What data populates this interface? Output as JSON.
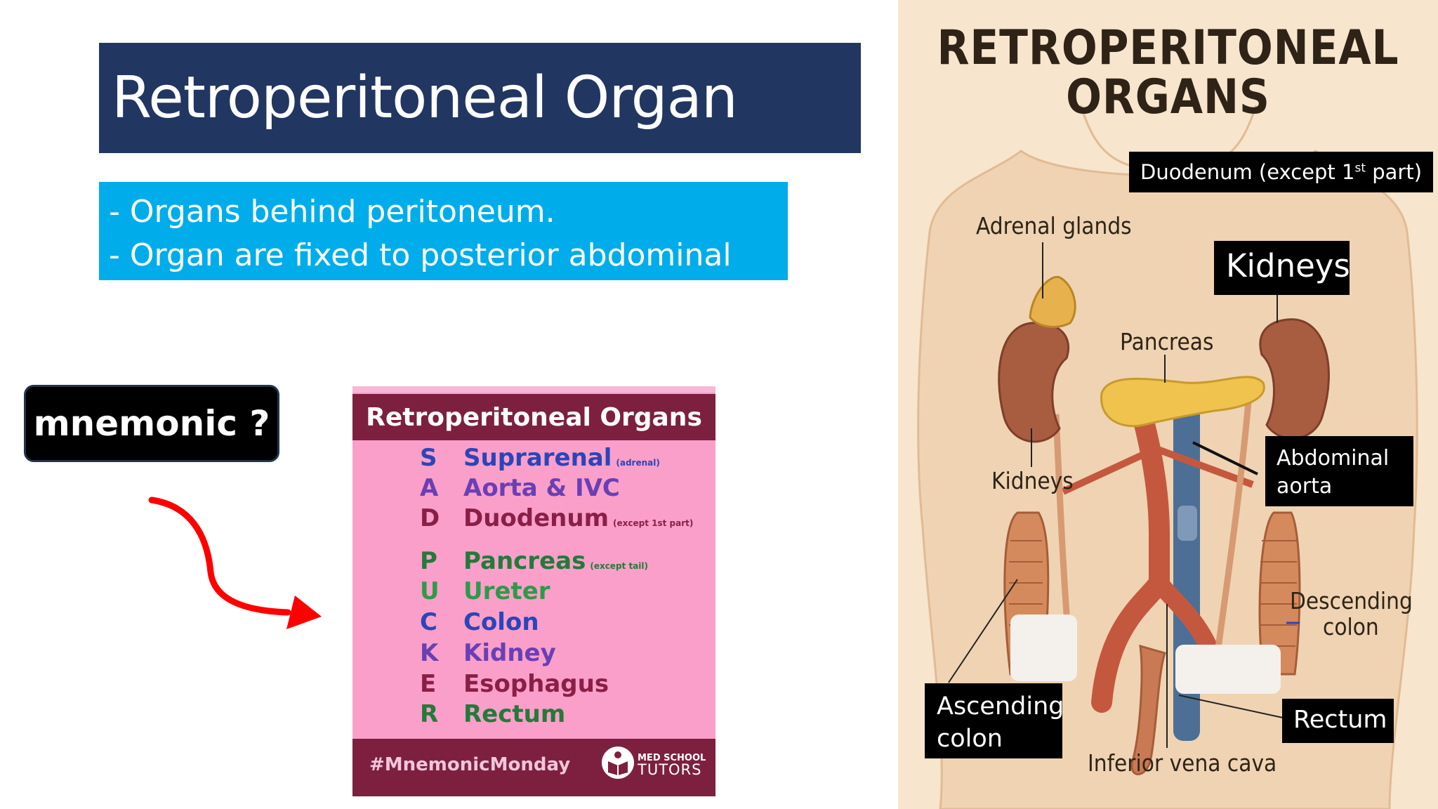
{
  "slide": {
    "title": "Retroperitoneal Organ",
    "definition": [
      "- Organs behind peritoneum.",
      "- Organ are fixed to posterior abdominal wall."
    ],
    "mnemonic_button": "mnemonic ?",
    "arrow_color": "#ff0000"
  },
  "mnemonic_card": {
    "title": "Retroperitoneal Organs",
    "rows": [
      {
        "letter": "S",
        "word": "Suprarenal",
        "note": "(adrenal)",
        "color": "#2b45b8"
      },
      {
        "letter": "A",
        "word": "Aorta & IVC",
        "note": "",
        "color": "#6a3fb4"
      },
      {
        "letter": "D",
        "word": "Duodenum",
        "note": "(except 1st part)",
        "color": "#8a1f45"
      },
      {
        "letter": "P",
        "word": "Pancreas",
        "note": "(except tail)",
        "color": "#237a3a"
      },
      {
        "letter": "U",
        "word": "Ureter",
        "note": "",
        "color": "#2e9a48"
      },
      {
        "letter": "C",
        "word": "Colon",
        "note": "",
        "color": "#2b45b8"
      },
      {
        "letter": "K",
        "word": "Kidney",
        "note": "",
        "color": "#6a3fb4"
      },
      {
        "letter": "E",
        "word": "Esophagus",
        "note": "",
        "color": "#8a1f45"
      },
      {
        "letter": "R",
        "word": "Rectum",
        "note": "",
        "color": "#237a3a"
      }
    ],
    "hashtag": "#MnemonicMonday",
    "logo_line1": "MED SCHOOL",
    "logo_line2": "TUTORS",
    "header_color": "#7d2040",
    "background_color": "#f99fca"
  },
  "anatomy": {
    "title_line1": "RETROPERITONEAL",
    "title_line2": "ORGANS",
    "labels": {
      "adrenal": "Adrenal glands",
      "pancreas": "Pancreas",
      "kidneys_left": "Kidneys",
      "descending_1": "Descending",
      "descending_2": "colon",
      "ivc": "Inferior vena cava"
    },
    "boxes": {
      "duodenum_pre": "Duodenum (except 1",
      "duodenum_sup": "st",
      "duodenum_post": " part)",
      "kidneys": "Kidneys",
      "aorta_1": "Abdominal",
      "aorta_2": "aorta",
      "ascending_1": "Ascending",
      "ascending_2": "colon",
      "rectum": "Rectum"
    }
  }
}
